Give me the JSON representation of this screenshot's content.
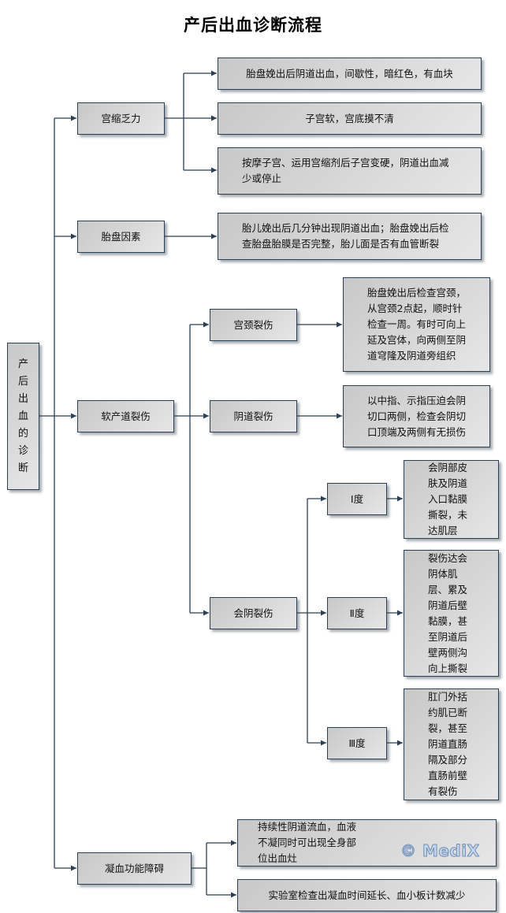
{
  "title": "产后出血诊断流程",
  "root": {
    "label": "产后出血的诊断"
  },
  "causes": [
    {
      "label": "宫缩乏力",
      "findings": [
        "胎盘娩出后阴道出血，间歇性，暗红色，有血块",
        "子宫软，宫底摸不清",
        "按摩子宫、运用宫缩剂后子宫变硬，阴道出血减少或停止"
      ]
    },
    {
      "label": "胎盘因素",
      "findings": [
        "胎儿娩出后几分钟出现阴道出血；胎盘娩出后检查胎盘胎膜是否完整，胎儿面是否有血管断裂"
      ]
    },
    {
      "label": "软产道裂伤",
      "subtypes": [
        {
          "label": "宫颈裂伤",
          "finding": "胎盘娩出后检查宫颈，从宫颈2点起，顺时针检查一周。有时可向上延及宫体，向两侧至阴道穹隆及阴道旁组织"
        },
        {
          "label": "阴道裂伤",
          "finding": "以中指、示指压迫会阴切口两侧，检查会阴切口顶端及两侧有无损伤"
        },
        {
          "label": "会阴裂伤",
          "degrees": [
            {
              "label": "Ⅰ度",
              "finding": "会阴部皮肤及阴道入口黏膜撕裂，未达肌层"
            },
            {
              "label": "Ⅱ度",
              "finding": "裂伤达会阴体肌层、累及阴道后壁黏膜，甚至阴道后壁两侧沟向上撕裂"
            },
            {
              "label": "Ⅲ度",
              "finding": "肛门外括约肌已断裂，甚至阴道直肠隔及部分直肠前壁有裂伤"
            }
          ]
        }
      ]
    },
    {
      "label": "凝血功能障碍",
      "findings": [
        "持续性阴道流血，血液不凝同时可出现全身部位出血灶",
        "实验室检查出凝血时间延长、血小板计数减少"
      ]
    }
  ],
  "watermark": "© MediX",
  "colors": {
    "line": "#2b3f55",
    "box_border": "#2b3f55",
    "box_fill_dark": "#c8c8c8",
    "box_fill_light": "#e6e6e6"
  }
}
